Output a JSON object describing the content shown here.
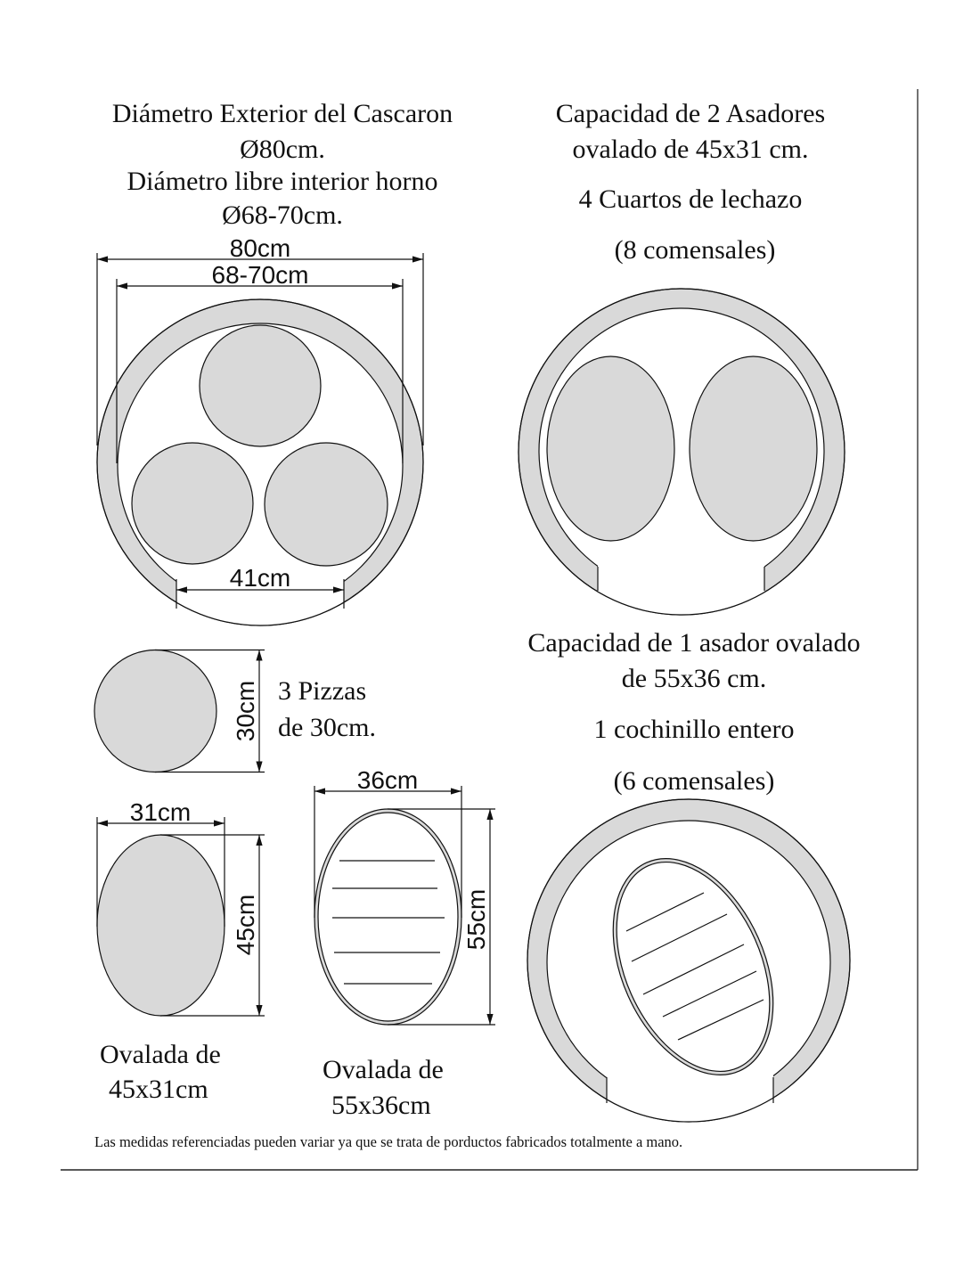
{
  "oven_3_pizzas": {
    "title_lines": [
      "Diámetro Exterior del Cascaron",
      "Ø80cm.",
      "Diámetro libre interior horno",
      "Ø68-70cm."
    ],
    "dim_outer": "80cm",
    "dim_inner": "68-70cm",
    "dim_opening": "41cm"
  },
  "oven_2_asadores": {
    "lines": [
      "Capacidad de 2 Asadores",
      "ovalado de  45x31 cm.",
      "4 Cuartos de lechazo",
      "(8 comensales)"
    ]
  },
  "oven_1_asador": {
    "lines": [
      "Capacidad de 1 asador ovalado",
      "de 55x36 cm.",
      "1 cochinillo entero",
      "(6 comensales)"
    ]
  },
  "pizza": {
    "dim": "30cm",
    "lines": [
      "3 Pizzas",
      "de 30cm."
    ]
  },
  "oval_small": {
    "dim_width": "31cm",
    "dim_height": "45cm",
    "lines": [
      "Ovalada de",
      "45x31cm"
    ]
  },
  "oval_large": {
    "dim_width": "36cm",
    "dim_height": "55cm",
    "lines": [
      "Ovalada de",
      "55x36cm"
    ]
  },
  "footer": "Las medidas referenciadas pueden variar ya que se trata de porductos fabricados totalmente a mano.",
  "colors": {
    "shade": "#d9d9d9",
    "line": "#111111"
  }
}
